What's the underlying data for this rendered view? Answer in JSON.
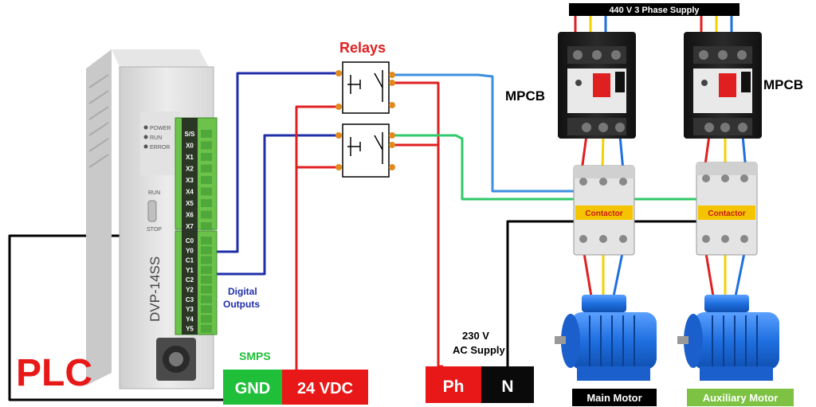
{
  "supply_bar": "440 V 3 Phase Supply",
  "relays_label": "Relays",
  "mpcb_left": "MPCB",
  "mpcb_right": "MPCB",
  "contactor_left": "Contactor",
  "contactor_right": "Contactor",
  "plc": {
    "label": "PLC",
    "model": "DVP-14SS",
    "indicators": [
      "POWER",
      "RUN",
      "ERROR"
    ],
    "switch_run": "RUN",
    "switch_stop": "STOP",
    "input_terminals": [
      "S/S",
      "X0",
      "X1",
      "X2",
      "X3",
      "X4",
      "X5",
      "X6",
      "X7"
    ],
    "output_terminals": [
      "C0",
      "Y0",
      "C1",
      "Y1",
      "C2",
      "Y2",
      "C3",
      "Y3",
      "Y4",
      "Y5"
    ]
  },
  "digital_outputs_line1": "Digital",
  "digital_outputs_line2": "Outputs",
  "smps_label": "SMPS",
  "gnd": "GND",
  "vdc": "24 VDC",
  "ac_supply_line1": "230 V",
  "ac_supply_line2": "AC Supply",
  "ph": "Ph",
  "n": "N",
  "main_motor": "Main Motor",
  "aux_motor": "Auxiliary Motor",
  "colors": {
    "red": "#e02020",
    "blue": "#1f2fa8",
    "light_blue": "#3d8fe0",
    "green": "#2fc86a",
    "smps_green": "#1fbf3a",
    "supply_red": "#e81818",
    "aux_label": "#7dc242"
  }
}
